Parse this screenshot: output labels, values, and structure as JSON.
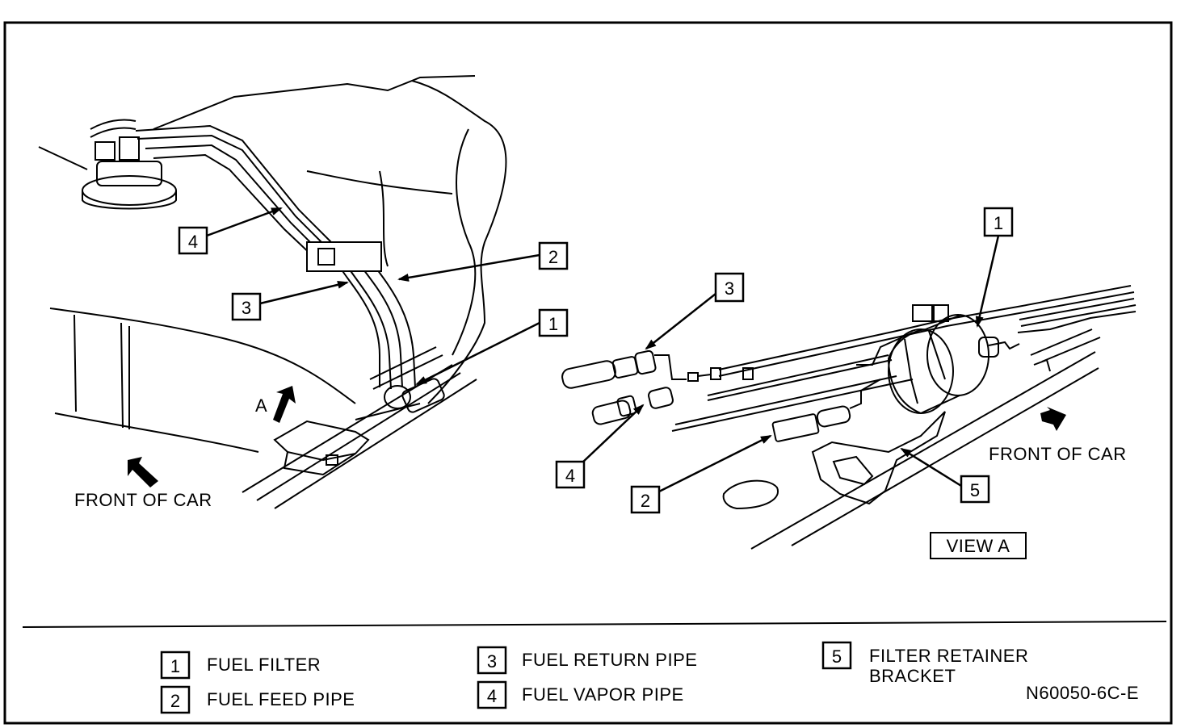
{
  "callouts": {
    "c1": "1",
    "c2": "2",
    "c3": "3",
    "c4": "4",
    "c5": "5"
  },
  "labels": {
    "view_marker": "A",
    "front_of_car": "FRONT OF CAR",
    "view_a": "VIEW A"
  },
  "legend": [
    {
      "number": "1",
      "text": "FUEL FILTER"
    },
    {
      "number": "2",
      "text": "FUEL FEED PIPE"
    },
    {
      "number": "3",
      "text": "FUEL RETURN PIPE"
    },
    {
      "number": "4",
      "text": "FUEL VAPOR PIPE"
    },
    {
      "number": "5",
      "text": "FILTER RETAINER",
      "text_line2": "BRACKET"
    }
  ],
  "figure_code": "N60050-6C-E"
}
